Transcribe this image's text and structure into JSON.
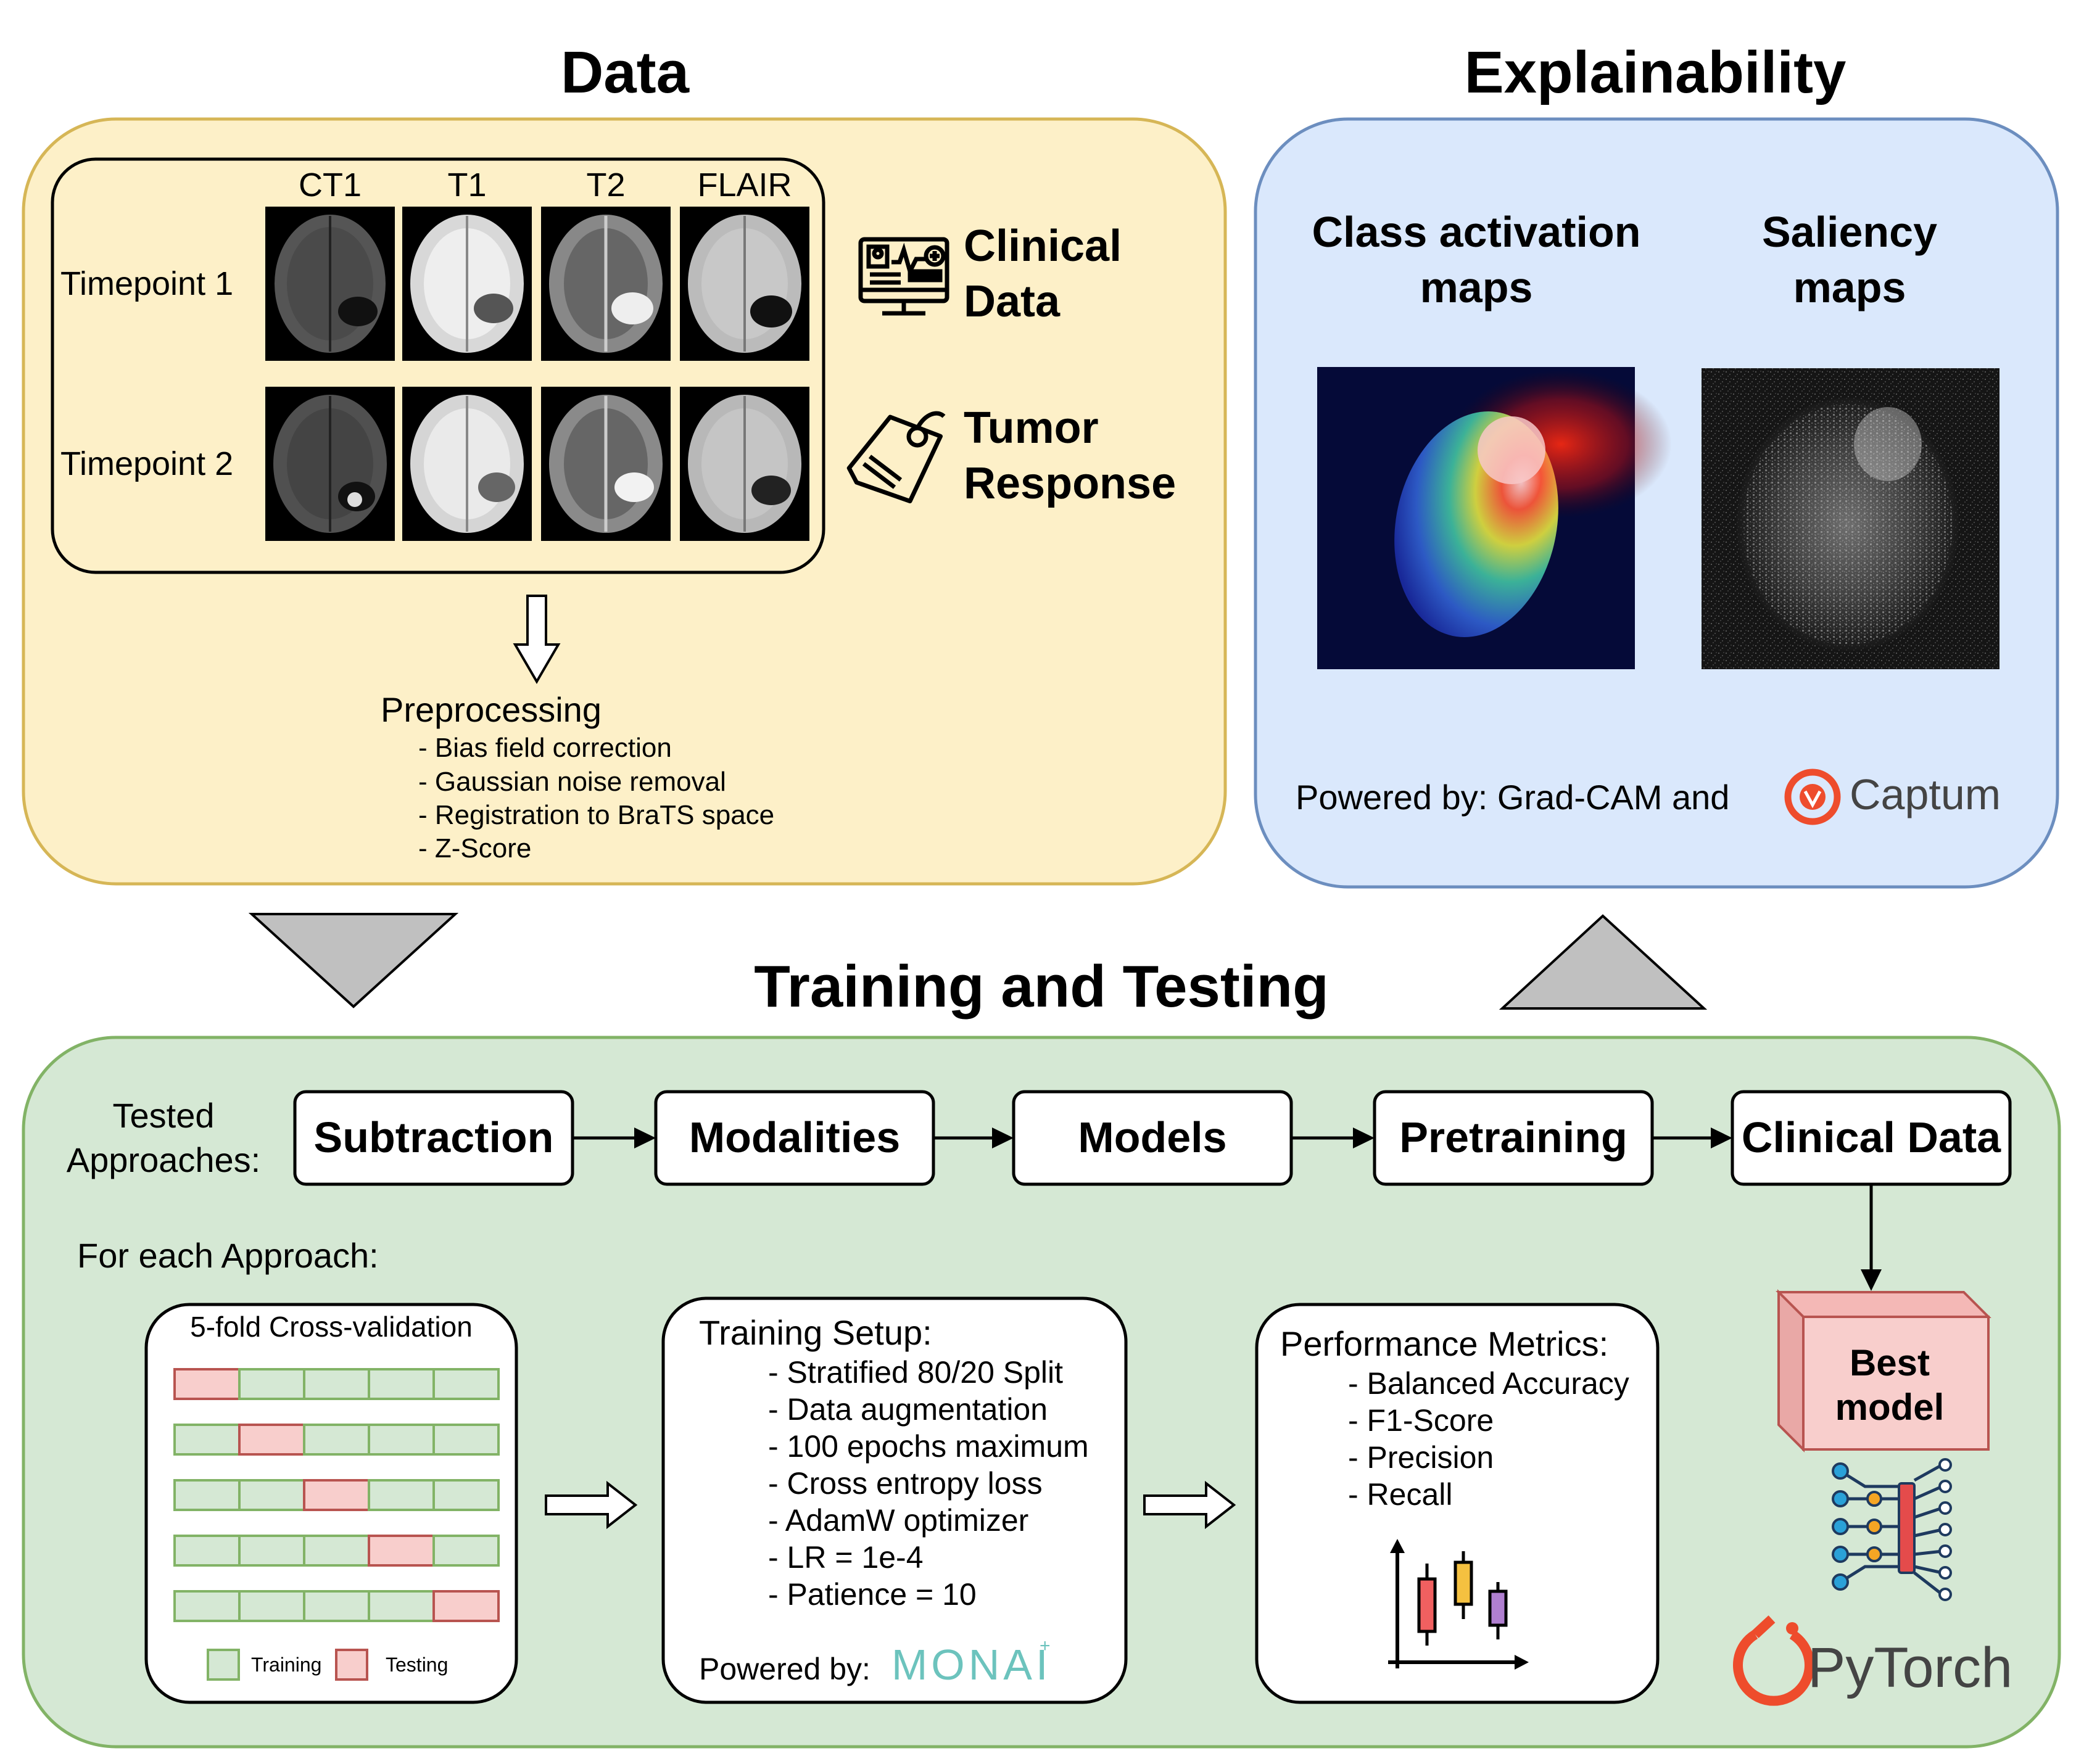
{
  "data_section": {
    "title": "Data",
    "modalities": [
      "CT1",
      "T1",
      "T2",
      "FLAIR"
    ],
    "timepoints": [
      "Timepoint 1",
      "Timepoint 2"
    ],
    "clinical": {
      "line1": "Clinical",
      "line2": "Data"
    },
    "tumor": {
      "line1": "Tumor",
      "line2": "Response"
    },
    "preprocessing": {
      "title": "Preprocessing",
      "steps": [
        "- Bias field correction",
        "- Gaussian noise removal",
        "- Registration to BraTS space",
        "- Z-Score"
      ]
    }
  },
  "explain_section": {
    "title": "Explainability",
    "cam": {
      "line1": "Class activation",
      "line2": "maps"
    },
    "saliency": {
      "line1": "Saliency",
      "line2": "maps"
    },
    "powered_by": "Powered by: Grad-CAM and",
    "captum_label": "Captum"
  },
  "training_section": {
    "title": "Training and Testing",
    "tested": {
      "line1": "Tested",
      "line2": "Approaches:"
    },
    "approaches": [
      "Subtraction",
      "Modalities",
      "Models",
      "Pretraining",
      "Clinical Data"
    ],
    "for_each": "For each Approach:",
    "cv": {
      "title": "5-fold Cross-validation",
      "folds": 5,
      "legend_training": "Training",
      "legend_testing": "Testing"
    },
    "setup": {
      "title": "Training Setup:",
      "items": [
        "- Stratified 80/20 Split",
        "- Data augmentation",
        "- 100 epochs maximum",
        "- Cross entropy loss",
        "- AdamW optimizer",
        "- LR = 1e-4",
        "- Patience = 10"
      ],
      "powered_by": "Powered by:",
      "monai_label": "MONAI"
    },
    "metrics": {
      "title": "Performance Metrics:",
      "items": [
        "- Balanced Accuracy",
        "- F1-Score",
        "- Precision",
        "- Recall"
      ]
    },
    "best_model": {
      "line1": "Best",
      "line2": "model"
    },
    "pytorch_label": "PyTorch"
  },
  "colors": {
    "data_bg": "#FDF0C8",
    "data_border": "#D6B656",
    "explain_bg": "#DAE8FC",
    "explain_border": "#6C8EBF",
    "train_bg": "#D5E8D4",
    "train_border": "#82B366",
    "testing_fill": "#F8CECC",
    "testing_border": "#B85450",
    "training_fill": "#D5E8D4",
    "training_border": "#82B366",
    "pytorch": "#EE4C2C",
    "monai": "#6CC3BD"
  }
}
